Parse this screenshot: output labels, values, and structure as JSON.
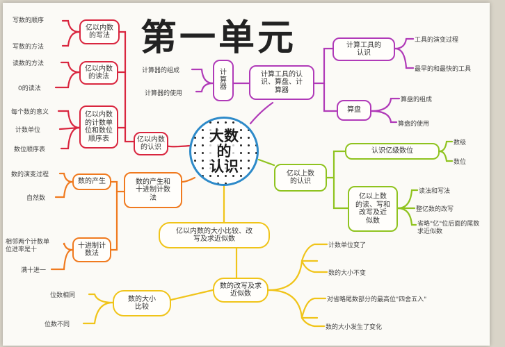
{
  "title": "第一单元",
  "center": "大数\n的\n认识",
  "colors": {
    "red": "#d9263f",
    "purple": "#b03ab8",
    "lime": "#8fc31f",
    "orange": "#f07a1f",
    "yellow": "#f0c419",
    "blue": "#2d8ac9"
  },
  "nodes": {
    "red_main": "亿以内数\n的认识",
    "red_b1": "亿以内数\n的写法",
    "red_b2": "亿以内数\n的读法",
    "red_b3": "亿以内数\n的计数单\n位和数位\n顺序表",
    "purple_main": "计算工具的认\n识、算盘、计\n算器",
    "purple_calc": "计\n算\n器",
    "purple_tools": "计算工具的\n认识",
    "purple_abacus": "算盘",
    "lime_main": "亿以上数\n的认识",
    "lime_b1": "认识亿级数位",
    "lime_b2": "亿以上数\n的读、写和\n改写及近\n似数",
    "orange_main": "数的产生和\n十进制计数\n法",
    "orange_b1": "数的产生",
    "orange_b2": "十进制计\n数法",
    "yellow_top": "亿以内数的大小比较、改\n写及求近似数",
    "yellow_mid": "数的改写及求\n近似数",
    "yellow_left": "数的大小\n比较"
  },
  "leaves": {
    "red_l1": "写数的顺序",
    "red_l2": "写数的方法",
    "red_l3": "读数的方法",
    "red_l4": "0的读法",
    "red_l5": "每个数的意义",
    "red_l6": "计数单位",
    "red_l7": "数位顺序表",
    "purple_l1": "计算器的组成",
    "purple_l2": "计算器的使用",
    "purple_l3": "工具的演变过程",
    "purple_l4": "最早的和最快的工具",
    "purple_l5": "算盘的组成",
    "purple_l6": "算盘的使用",
    "lime_l1": "数级",
    "lime_l2": "数位",
    "lime_l3": "读法和写法",
    "lime_l4": "整亿数的改写",
    "lime_l5": "省略\"亿\"位后面的尾数\n求近似数",
    "orange_l1": "数的演变过程",
    "orange_l2": "自然数",
    "orange_l3": "相邻两个计数单\n位进率是十",
    "orange_l4": "满十进一",
    "yellow_l1": "计数单位变了",
    "yellow_l2": "数的大小不变",
    "yellow_l3": "对省略尾数部分的最高位\"四舍五入\"",
    "yellow_l4": "数的大小发生了变化",
    "yellow_l5": "位数相同",
    "yellow_l6": "位数不同"
  }
}
